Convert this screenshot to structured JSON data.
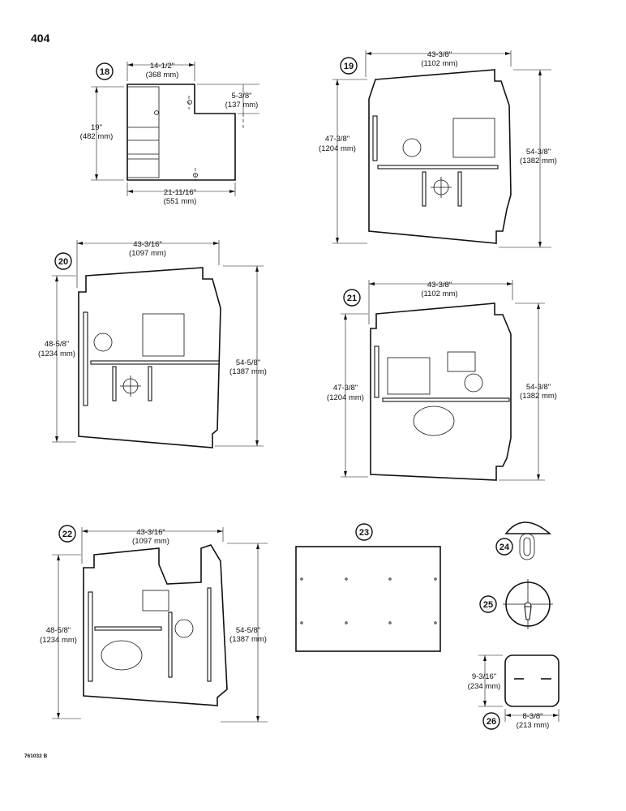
{
  "page": {
    "number": "404",
    "drawing_code": "761032 B"
  },
  "parts": [
    {
      "id": "18",
      "dims": [
        "14-1/2\"",
        "(368 mm)",
        "5-3/8\"",
        "(137 mm)",
        "19\"",
        "(482 mm)",
        "21-11/16\"",
        "(551 mm)"
      ]
    },
    {
      "id": "19",
      "dims": [
        "43-3/8\"",
        "(1102 mm)",
        "47-3/8\"",
        "(1204 mm)",
        "54-3/8\"",
        "(1382 mm)"
      ]
    },
    {
      "id": "20",
      "dims": [
        "43-3/16\"",
        "(1097 mm)",
        "48-5/8\"",
        "(1234 mm)",
        "54-5/8\"",
        "(1387 mm)"
      ]
    },
    {
      "id": "21",
      "dims": [
        "43-3/8\"",
        "(1102 mm)",
        "47-3/8\"",
        "(1204 mm)",
        "54-3/8\"",
        "(1382 mm)"
      ]
    },
    {
      "id": "22",
      "dims": [
        "43-3/16\"",
        "(1097 mm)",
        "48-5/8\"",
        "(1234 mm)",
        "54-5/8\"",
        "(1387 mm)"
      ]
    },
    {
      "id": "23",
      "dims": []
    },
    {
      "id": "24",
      "dims": []
    },
    {
      "id": "25",
      "dims": []
    },
    {
      "id": "26",
      "dims": [
        "9-3/16\"",
        "(234 mm)",
        "8-3/8\"",
        "(213 mm)"
      ]
    }
  ]
}
